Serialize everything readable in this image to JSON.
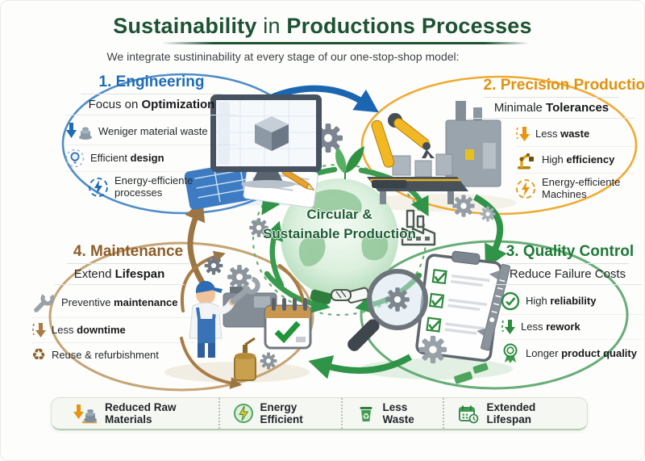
{
  "header": {
    "title": {
      "part1": "Sustainability",
      "part2": " in ",
      "part3": "Productions Processes"
    },
    "subtitle": "We integrate sustininability at every stage of our one-stop-shop model:"
  },
  "center": {
    "line1": "Circular &",
    "line2": "Sustainable Production"
  },
  "stages": [
    {
      "id": "engineering",
      "number": "1.",
      "title": "Engineering",
      "accent": "#1e6cb5",
      "tagline": {
        "pre": "Focus on ",
        "bold": "Optimization"
      },
      "items": [
        {
          "icon": "material-waste-reduction-icon",
          "pre": "Weniger material waste",
          "bold": ""
        },
        {
          "icon": "lightbulb-icon",
          "pre": "Efficient ",
          "bold": "design"
        },
        {
          "icon": "energy-bolt-icon",
          "pre": "Energy-efficiente processes",
          "bold": ""
        }
      ]
    },
    {
      "id": "precision-production",
      "number": "2.",
      "title": "Precision Production",
      "accent": "#e2920f",
      "tagline": {
        "pre": "Minimale ",
        "bold": "Tolerances"
      },
      "items": [
        {
          "icon": "down-arrow-icon",
          "pre": "Less ",
          "bold": "waste"
        },
        {
          "icon": "robot-arm-icon",
          "pre": "High ",
          "bold": "efficiency"
        },
        {
          "icon": "energy-bolt-icon",
          "pre": "Energy-efficiente Machines",
          "bold": ""
        }
      ]
    },
    {
      "id": "quality-control",
      "number": "3.",
      "title": "Quality Control",
      "accent": "#1e7a38",
      "tagline": {
        "pre": "Reduce Failure Costs",
        "bold": ""
      },
      "items": [
        {
          "icon": "check-circle-icon",
          "pre": "High ",
          "bold": "reliability"
        },
        {
          "icon": "down-arrow-icon",
          "pre": "Less ",
          "bold": "rework"
        },
        {
          "icon": "award-ribbon-icon",
          "pre": "Longer ",
          "bold": "product quality"
        }
      ]
    },
    {
      "id": "maintenance",
      "number": "4.",
      "title": "Maintenance",
      "accent": "#8c5e2a",
      "tagline": {
        "pre": "Extend ",
        "bold": "Lifespan"
      },
      "items": [
        {
          "icon": "wrench-icon",
          "pre": "Preventive ",
          "bold": "maintenance"
        },
        {
          "icon": "down-arrow-icon",
          "pre": "Less ",
          "bold": "downtime"
        },
        {
          "icon": "recycle-icon",
          "pre": "Reuse & refurbishment",
          "bold": ""
        }
      ]
    }
  ],
  "legend": [
    {
      "icon": "reduced-raw-materials-icon",
      "label": "Reduced Raw Materials"
    },
    {
      "icon": "energy-efficient-icon",
      "label": "Energy Efficient"
    },
    {
      "icon": "less-waste-bin-icon",
      "label": "Less Waste"
    },
    {
      "icon": "extended-lifespan-calendar-icon",
      "label": "Extended Lifespan"
    }
  ],
  "colors": {
    "title_green": "#1d5233",
    "engineering_blue": "#1e6cb5",
    "production_orange": "#e2920f",
    "quality_green": "#1e7a38",
    "maintenance_brown": "#8c5e2a",
    "flow_green": "#2f9447",
    "flow_blue": "#1b66b0",
    "flow_brown": "#9c7544"
  }
}
